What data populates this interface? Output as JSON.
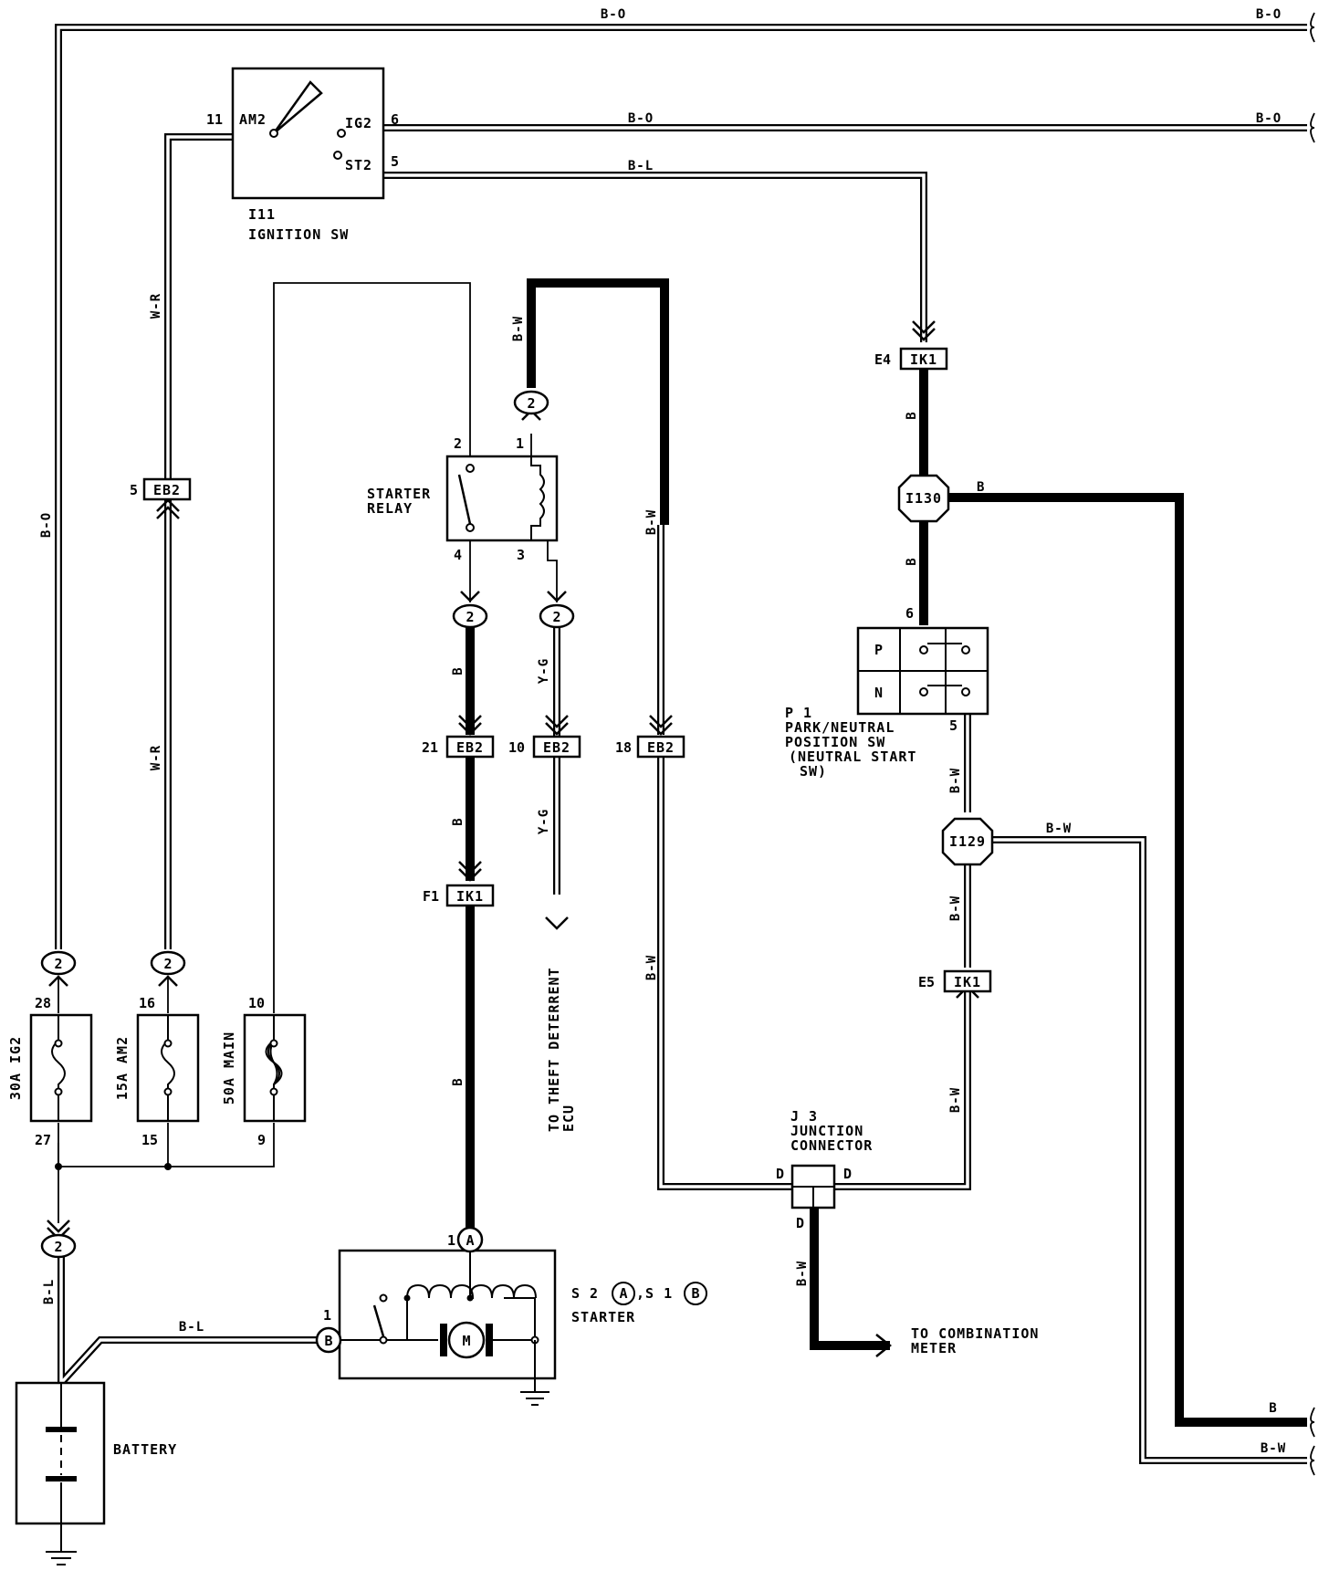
{
  "wire_colors": {
    "b_o": "B-O",
    "b_l": "B-L",
    "w_r": "W-R",
    "b_w": "B-W",
    "b": "B",
    "y_g": "Y-G"
  },
  "ignition_switch": {
    "code": "I11",
    "name": "IGNITION SW",
    "terminals": {
      "am2": "AM2",
      "ig2": "IG2",
      "st2": "ST2"
    },
    "pins": {
      "am2": "11",
      "ig2": "6",
      "st2": "5"
    }
  },
  "starter_relay": {
    "name_line1": "STARTER",
    "name_line2": "RELAY",
    "pins": {
      "p1": "1",
      "p2": "2",
      "p3": "3",
      "p4": "4"
    }
  },
  "connectors": {
    "eb2": "EB2",
    "ik1": "IK1",
    "i130": "I130",
    "i129": "I129",
    "pin_2": "2",
    "eb2_left_pin": "5",
    "eb2_21": "21",
    "eb2_10": "10",
    "eb2_18": "18",
    "ik1_e4": "E4",
    "ik1_f1": "F1",
    "ik1_e5": "E5"
  },
  "fuses": [
    {
      "label": "30A IG2",
      "top_pin": "28",
      "bottom_pin": "27"
    },
    {
      "label": "15A AM2",
      "top_pin": "16",
      "bottom_pin": "15"
    },
    {
      "label": "50A MAIN",
      "top_pin": "10",
      "bottom_pin": "9"
    }
  ],
  "park_neutral": {
    "code": "P 1",
    "line1": "PARK/NEUTRAL",
    "line2": "POSITION SW",
    "line3": "(NEUTRAL START",
    "line4": "SW)",
    "p": "P",
    "n": "N",
    "top_pin": "6",
    "bottom_pin": "5"
  },
  "junction": {
    "code": "J 3",
    "line1": "JUNCTION",
    "line2": "CONNECTOR",
    "pin": "D"
  },
  "starter": {
    "code": "S 2",
    "code_a": "A",
    "sep": ",S 1",
    "code_b": "B",
    "name": "STARTER",
    "pin_a": "1",
    "pin_b": "1",
    "motor": "M"
  },
  "battery": {
    "name": "BATTERY"
  },
  "destinations": {
    "theft_line1": "TO THEFT DETERRENT",
    "theft_line2": "ECU",
    "meter_line1": "TO COMBINATION",
    "meter_line2": "METER"
  }
}
